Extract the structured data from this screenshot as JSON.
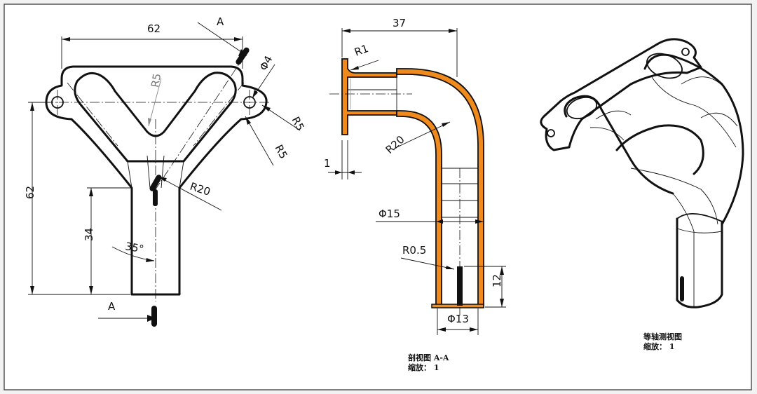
{
  "front_view": {
    "dim_width": "62",
    "dim_height": "62",
    "dim_stem": "34",
    "dim_r5_inner": "R5",
    "dim_r5_right": "R5",
    "dim_r5_lower": "R5",
    "dim_phi4": "Φ4",
    "dim_r20": "R20",
    "dim_angle": "35°",
    "section_label_top": "A",
    "section_label_bottom": "A"
  },
  "section_view": {
    "dim_width": "37",
    "dim_r1": "R1",
    "dim_r20": "R20",
    "dim_wall": "1",
    "dim_phi15": "Φ15",
    "dim_r05": "R0.5",
    "dim_slot": "12",
    "dim_phi13": "Φ13",
    "caption_line1": "剖视图 A-A",
    "caption_line2": "缩放： 1"
  },
  "iso_view": {
    "caption_line1": "等轴测视图",
    "caption_line2": "缩放： 1"
  },
  "colors": {
    "section_fill": "#f08a1c",
    "line": "#111111",
    "background": "#ffffff"
  }
}
